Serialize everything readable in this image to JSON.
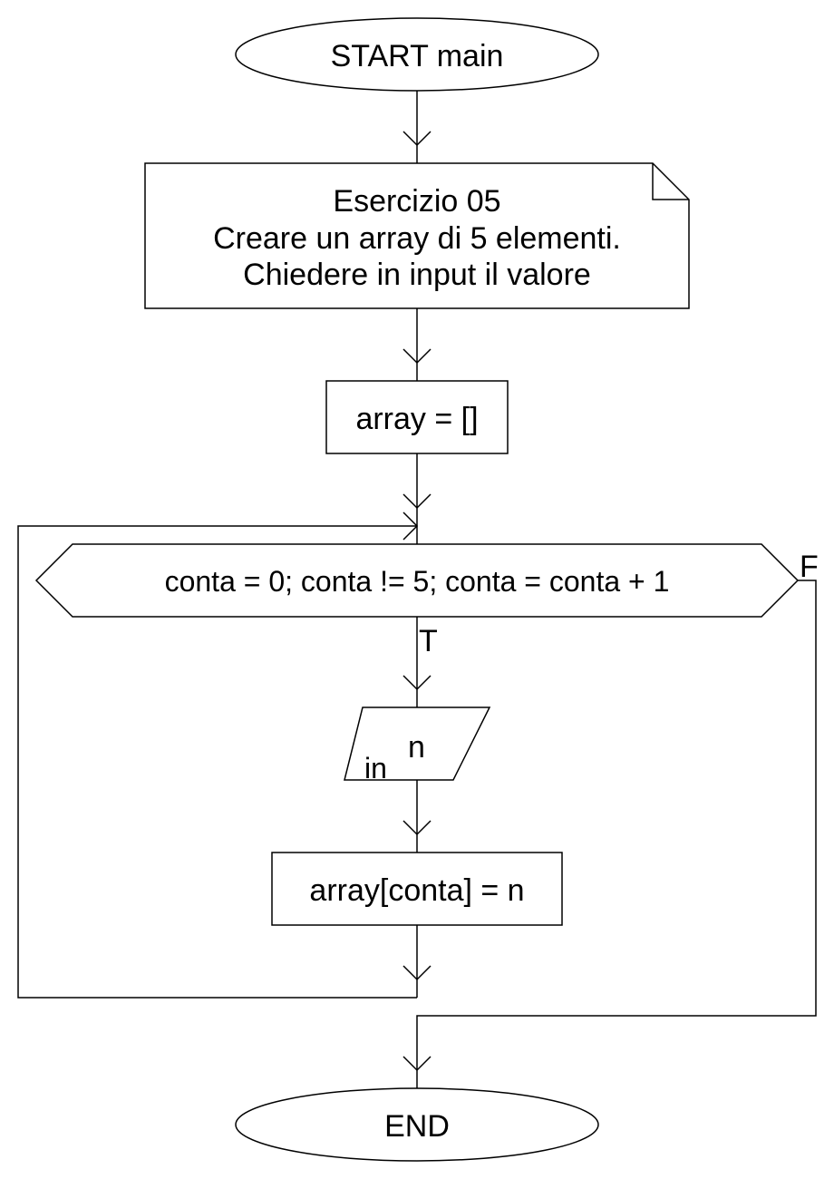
{
  "flowchart": {
    "start_label": "START main",
    "comment_lines": [
      "Esercizio 05",
      "Creare un array di 5 elementi.",
      "Chiedere in input il valore"
    ],
    "init_statement": "array = []",
    "loop_condition": "conta = 0; conta != 5; conta = conta + 1",
    "true_label": "T",
    "false_label": "F",
    "input_tag": "in",
    "input_variable": "n",
    "assign_statement": "array[conta] = n",
    "end_label": "END"
  }
}
